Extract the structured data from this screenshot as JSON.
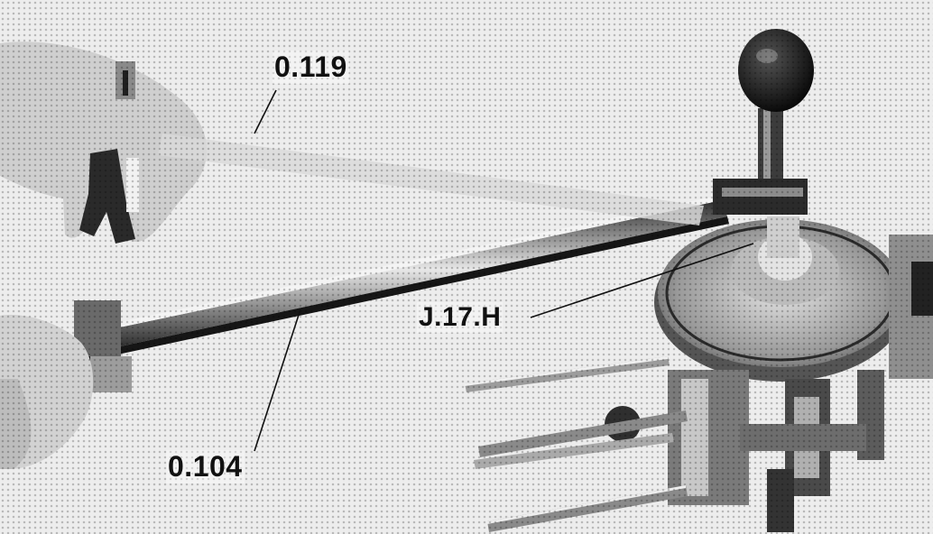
{
  "figure": {
    "callouts": [
      {
        "id": "tool-handle",
        "text": "0.119"
      },
      {
        "id": "flywheel-tool",
        "text": "J.17.H"
      },
      {
        "id": "tool-bar",
        "text": "0.104"
      }
    ]
  },
  "colors": {
    "paper": "#f6f6f6",
    "ink": "#111111",
    "metal_light": "#d8d8d8",
    "metal_dark": "#3a3a3a"
  }
}
